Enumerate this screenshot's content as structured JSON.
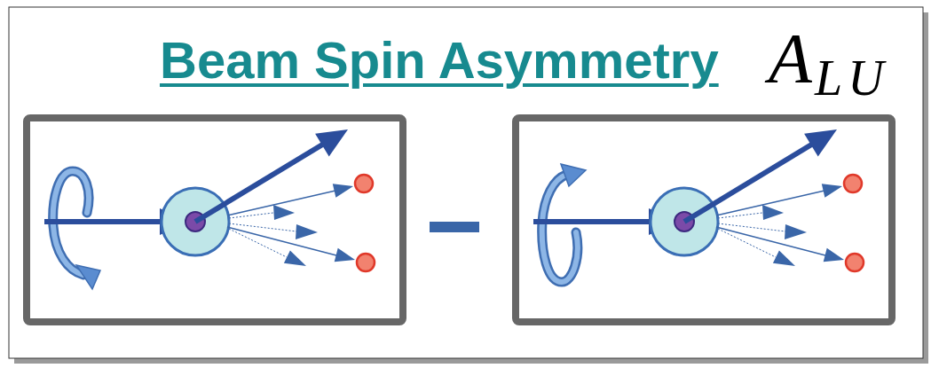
{
  "diagram": {
    "title": "Beam Spin Asymmetry",
    "labels": [
      "A",
      "LU"
    ]
  }
}
